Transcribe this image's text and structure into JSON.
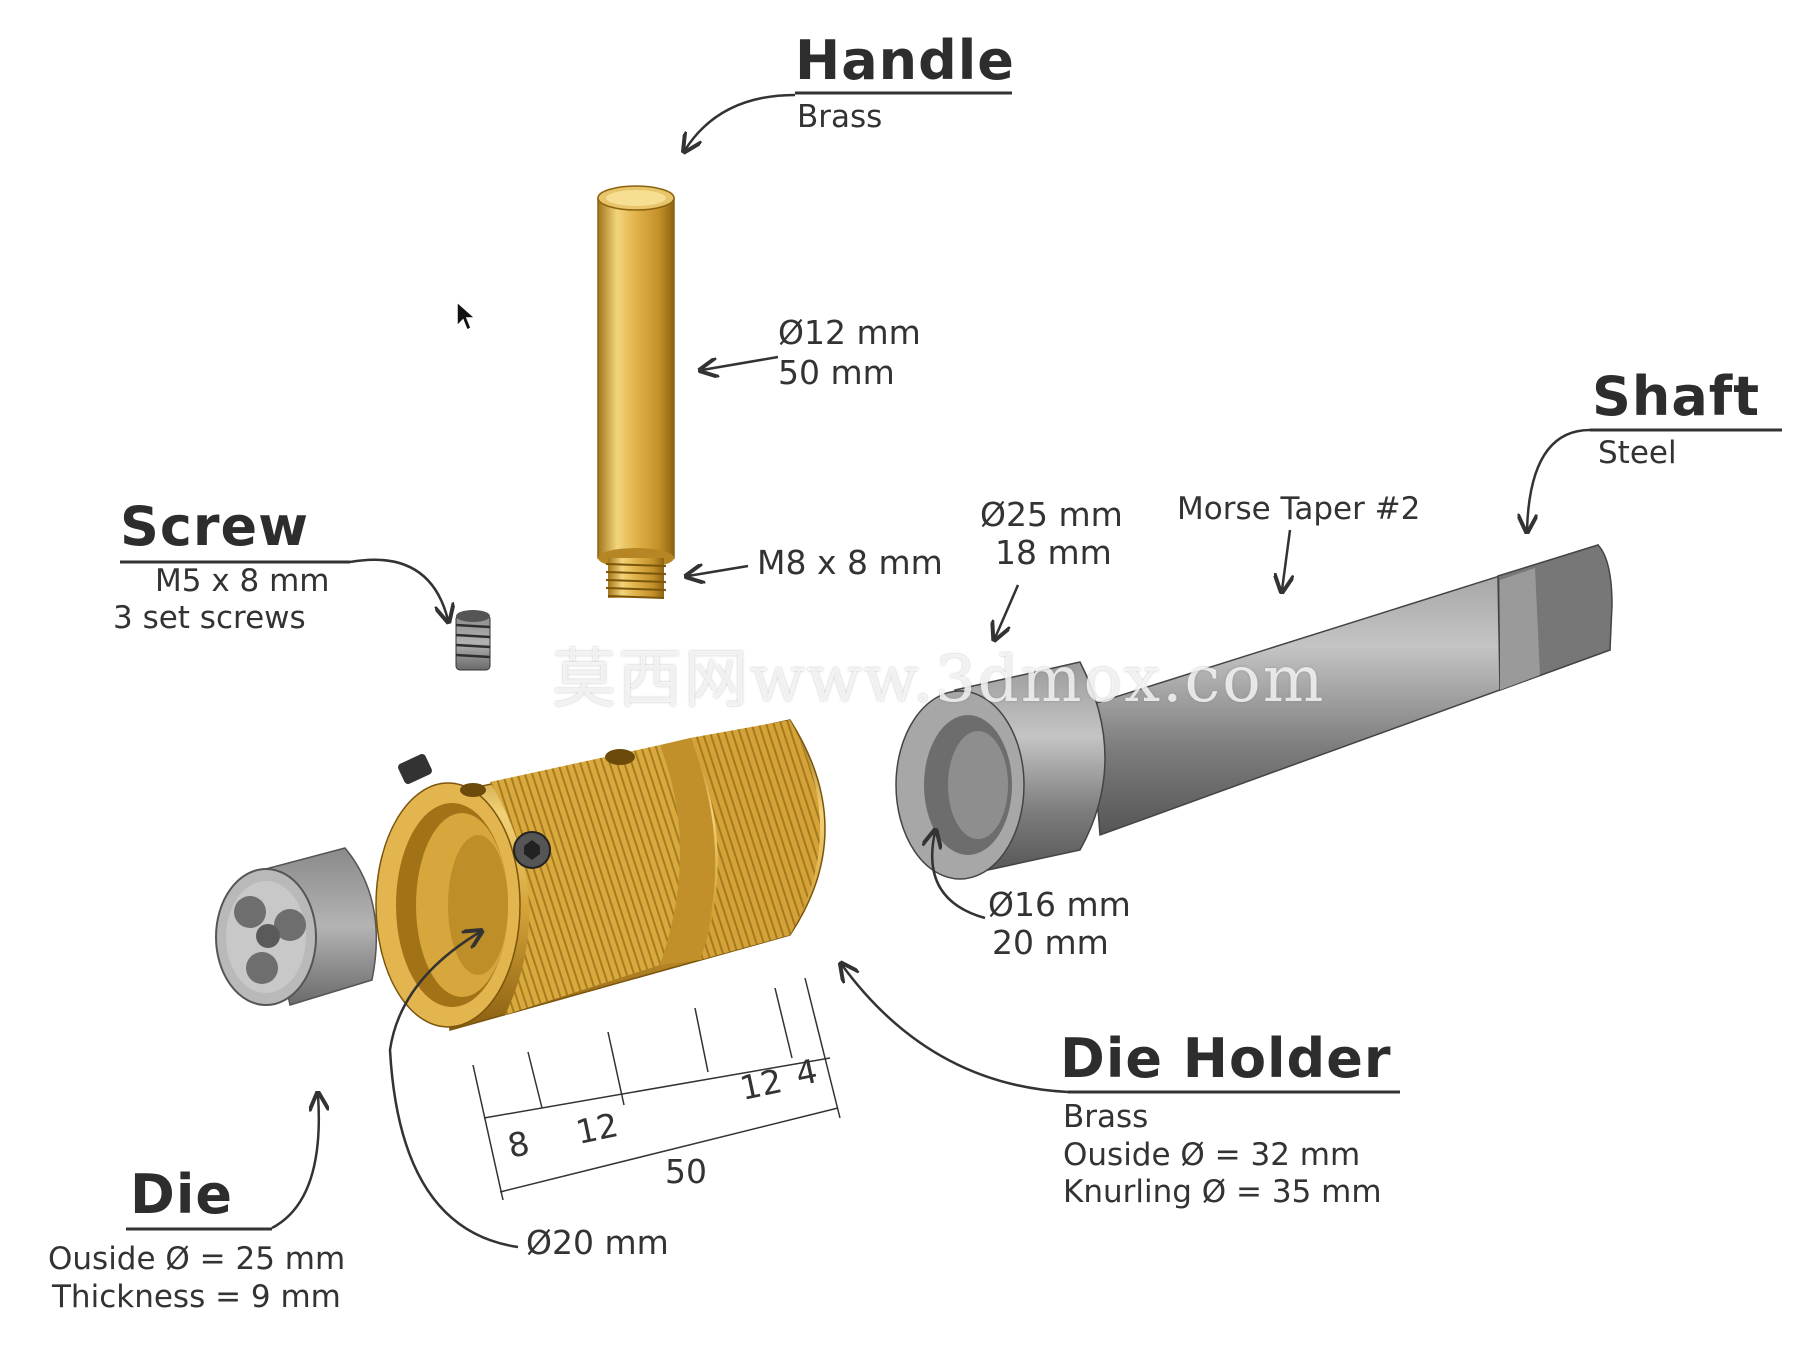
{
  "colors": {
    "brass_light": "#f4d67a",
    "brass": "#d9a93c",
    "brass_dark": "#9a6d14",
    "steel_light": "#c9c9c9",
    "steel": "#8a8a8a",
    "steel_dark": "#4a4a4a",
    "ink": "#333333"
  },
  "handle": {
    "title": "Handle",
    "material": "Brass",
    "dim1": "Ø12 mm",
    "dim2": "50 mm",
    "thread": "M8 x 8 mm"
  },
  "shaft": {
    "title": "Shaft",
    "material": "Steel",
    "taper": "Morse Taper #2",
    "dim1": "Ø25 mm",
    "dim2": "18 mm",
    "bore1": "Ø16 mm",
    "bore2": "20 mm"
  },
  "screw": {
    "title": "Screw",
    "line1": "M5 x 8 mm",
    "line2": "3 set screws"
  },
  "die": {
    "title": "Die",
    "line1": "Ouside Ø = 25 mm",
    "line2": "Thickness = 9 mm"
  },
  "die_holder": {
    "title": "Die Holder",
    "material": "Brass",
    "line1": "Ouside Ø = 32 mm",
    "line2": "Knurling Ø = 35 mm",
    "bore": "Ø20 mm"
  },
  "dimensions": {
    "d8": "8",
    "d12a": "12",
    "d12b": "12",
    "d4": "4",
    "d50": "50"
  },
  "watermark": "莫西网www.3dmox.com"
}
